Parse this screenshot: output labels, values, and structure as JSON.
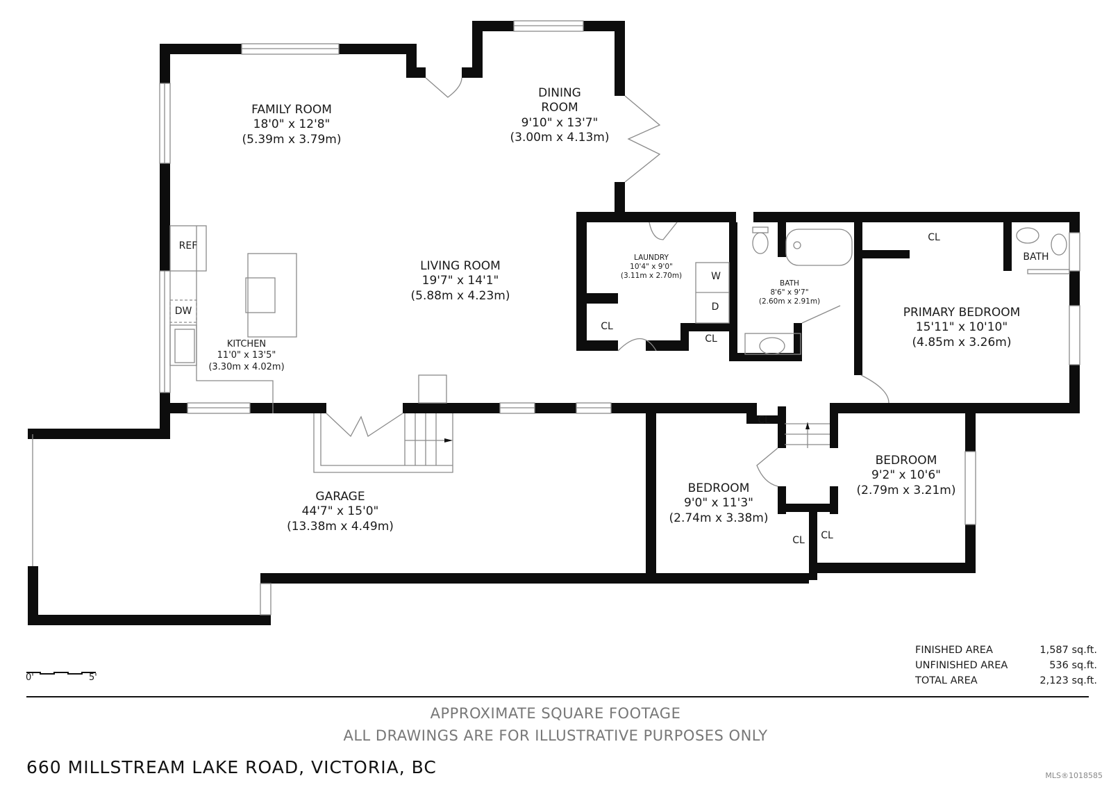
{
  "rooms": {
    "family_room": {
      "name": "FAMILY ROOM",
      "imperial": "18'0\" x 12'8\"",
      "metric": "(5.39m x 3.79m)"
    },
    "dining_room": {
      "name_line1": "DINING",
      "name_line2": "ROOM",
      "imperial": "9'10\" x 13'7\"",
      "metric": "(3.00m x 4.13m)"
    },
    "living_room": {
      "name": "LIVING ROOM",
      "imperial": "19'7\" x 14'1\"",
      "metric": "(5.88m x 4.23m)"
    },
    "kitchen": {
      "name": "KITCHEN",
      "imperial": "11'0\" x 13'5\"",
      "metric": "(3.30m x 4.02m)"
    },
    "laundry": {
      "name": "LAUNDRY",
      "imperial": "10'4\" x 9'0\"",
      "metric": "(3.11m x 2.70m)"
    },
    "bath": {
      "name": "BATH",
      "imperial": "8'6\" x 9'7\"",
      "metric": "(2.60m x 2.91m)"
    },
    "primary_bedroom": {
      "name": "PRIMARY BEDROOM",
      "imperial": "15'11\" x 10'10\"",
      "metric": "(4.85m x 3.26m)"
    },
    "garage": {
      "name": "GARAGE",
      "imperial": "44'7\" x 15'0\"",
      "metric": "(13.38m x 4.49m)"
    },
    "bedroom_1": {
      "name": "BEDROOM",
      "imperial": "9'0\" x 11'3\"",
      "metric": "(2.74m x 3.38m)"
    },
    "bedroom_2": {
      "name": "BEDROOM",
      "imperial": "9'2\" x 10'6\"",
      "metric": "(2.79m x 3.21m)"
    }
  },
  "fixtures": {
    "ref": "REF",
    "dw": "DW",
    "washer": "W",
    "dryer": "D",
    "closet": "CL",
    "ensuite_bath": "BATH"
  },
  "scale": {
    "start": "0'",
    "end": "5'"
  },
  "areas": [
    {
      "label": "FINISHED AREA",
      "value": "1,587 sq.ft."
    },
    {
      "label": "UNFINISHED AREA",
      "value": "536 sq.ft."
    },
    {
      "label": "TOTAL AREA",
      "value": "2,123 sq.ft."
    }
  ],
  "disclaimer": {
    "line1": "APPROXIMATE SQUARE FOOTAGE",
    "line2": "ALL DRAWINGS ARE FOR ILLUSTRATIVE PURPOSES ONLY"
  },
  "address": "660 MILLSTREAM LAKE ROAD, VICTORIA, BC",
  "mls": "MLS®1018585",
  "colors": {
    "wall": "#0d0d0d",
    "fixture_line": "#8a8a8a",
    "disclaimer_text": "#777777"
  }
}
